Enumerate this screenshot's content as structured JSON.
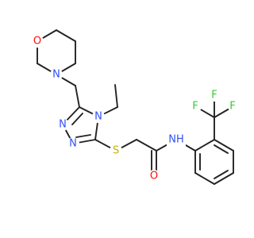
{
  "molecule": {
    "atom_labels": {
      "morpholine_o": "O",
      "morpholine_n": "N",
      "triazole_n1": "N",
      "triazole_n2": "N",
      "triazole_n4": "N",
      "thioether_s": "S",
      "carbonyl_o": "O",
      "amide_nh": "NH",
      "cf3_f_top_left": "F",
      "cf3_f_top": "F",
      "cf3_f_right": "F"
    },
    "colors": {
      "carbon_bond": "#222222",
      "nitrogen": "#3050F8",
      "oxygen": "#FF0D0D",
      "sulfur": "#C6B100",
      "fluorine": "#33CC33",
      "background": "#ffffff"
    }
  }
}
